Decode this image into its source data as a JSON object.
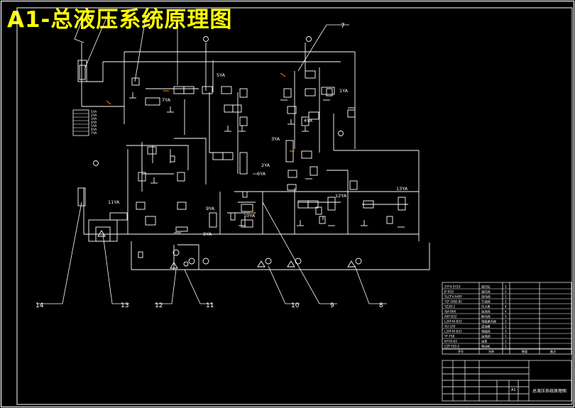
{
  "title": "A1-总液压系统原理图",
  "leader_labels": {
    "n14": "14",
    "n13": "13",
    "n12": "12",
    "n11": "11",
    "n10": "10",
    "n9": "9",
    "n8": "8",
    "n7": "7"
  },
  "solenoid_labels": {
    "s1": "1YA",
    "s2": "2YA",
    "s3": "3YA",
    "s4": "4YA",
    "s5": "5YA",
    "s6": "6YA",
    "s7": "7YA",
    "s8": "8YA",
    "s9": "9YA",
    "s10": "10YA",
    "s11": "11YA",
    "s12": "12YA",
    "s13": "13YA"
  },
  "legend_items": [
    "1YA",
    "2YA",
    "3YA",
    "4YA",
    "5YA",
    "6YA",
    "7YA"
  ],
  "parts_table": {
    "rows": [
      {
        "code": "2YF4-5Y2A",
        "name": "液压缸",
        "qty": "1"
      },
      {
        "code": "JF-B32",
        "name": "减压阀",
        "qty": "2"
      },
      {
        "code": "SLCFV-A4SF",
        "name": "单向阀",
        "qty": "1"
      },
      {
        "code": "Y2F-D6D-81",
        "name": "节流阀",
        "qty": "1"
      },
      {
        "code": "YZ2B-2",
        "name": "压力表",
        "qty": "4"
      },
      {
        "code": "AJ4-B60",
        "name": "溢流阀",
        "qty": "4"
      },
      {
        "code": "A6F-B32",
        "name": "换向阀",
        "qty": "5"
      },
      {
        "code": "L20F40-B31",
        "name": "电磁换向阀",
        "qty": "3"
      },
      {
        "code": "XU-100",
        "name": "滤油器",
        "qty": "1"
      },
      {
        "code": "L20F40-B31",
        "name": "电磁阀",
        "qty": "3"
      },
      {
        "code": "YF-F5B",
        "name": "溢流阀",
        "qty": "1"
      },
      {
        "code": "KY-Y8-83",
        "name": "油泵",
        "qty": "1"
      },
      {
        "code": "CZF-Y20-2",
        "name": "电动机",
        "qty": "1"
      }
    ],
    "footer_headers": [
      "序号",
      "名称",
      "数量",
      "备注"
    ],
    "title_block_name": "总液压系统原理图",
    "sheet_size": "A1"
  }
}
